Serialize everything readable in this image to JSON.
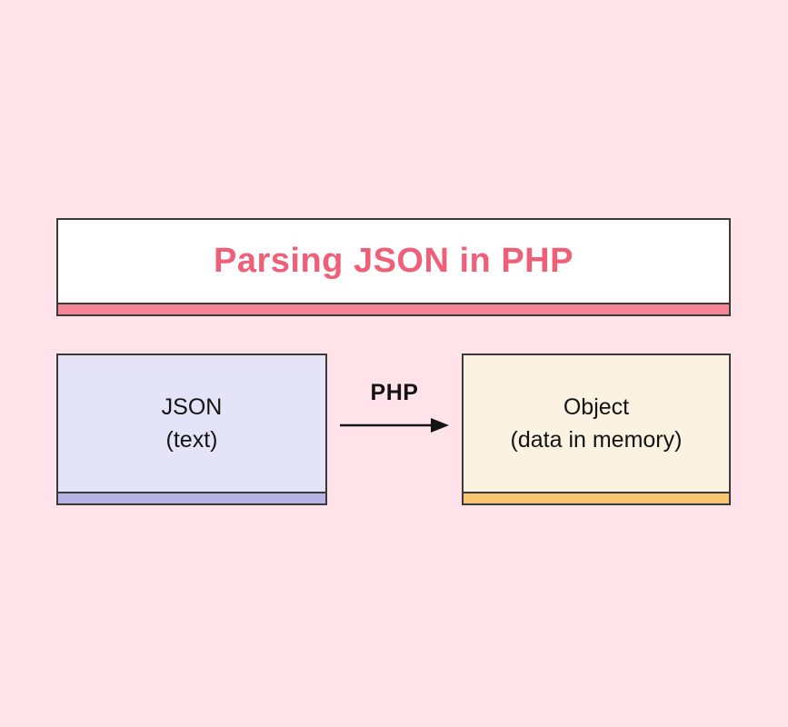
{
  "title": {
    "text": "Parsing JSON in PHP",
    "text_color": "#f05f78",
    "strip_color": "#f48795",
    "background": "#ffffff"
  },
  "nodes": {
    "json": {
      "line1": "JSON",
      "line2": "(text)",
      "fill": "#e4e3f8",
      "strip_color": "#b9b4e6"
    },
    "object": {
      "line1": "Object",
      "line2": "(data in memory)",
      "fill": "#fbf2e2",
      "strip_color": "#f8c573"
    }
  },
  "arrow": {
    "label": "PHP",
    "direction": "right",
    "color": "#141414"
  },
  "canvas": {
    "background_color": "#ffe3e9",
    "border_color": "#3a3a3a"
  }
}
